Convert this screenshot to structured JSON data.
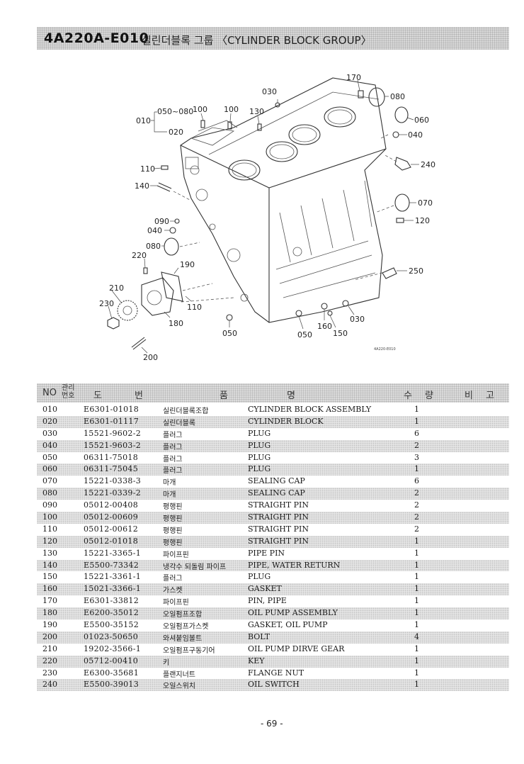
{
  "header": {
    "code": "4A220A-E010",
    "title": "실린더블록 그룹 〈CYLINDER BLOCK GROUP〉"
  },
  "diagram": {
    "callouts": {
      "c170": "170",
      "c030a": "030",
      "c080a": "080",
      "c050_080": "050~080",
      "c100a": "100",
      "c100b": "100",
      "c130": "130",
      "c010": "010",
      "c020": "020",
      "c060": "060",
      "c040a": "040",
      "c240": "240",
      "c110a": "110",
      "c140": "140",
      "c070": "070",
      "c120": "120",
      "c090": "090",
      "c040b": "040",
      "c080b": "080",
      "c220": "220",
      "c190": "190",
      "c250": "250",
      "c210": "210",
      "c230": "230",
      "c110b": "110",
      "c180": "180",
      "c050a": "050",
      "c050b": "050",
      "c160": "160",
      "c150": "150",
      "c030b": "030",
      "c200": "200"
    },
    "figure_code": "4A220-E010"
  },
  "table": {
    "headers": {
      "no": "NO",
      "ref_top": "관리",
      "ref_bottom": "번호",
      "part_no_1": "도",
      "part_no_2": "번",
      "name_1": "품",
      "name_2": "명",
      "qty_1": "수",
      "qty_2": "량",
      "remark_1": "비",
      "remark_2": "고"
    },
    "rows": [
      {
        "no": "010",
        "part_no": "E6301-01018",
        "name_kr": "실린더블록조합",
        "name_en": "CYLINDER BLOCK ASSEMBLY",
        "qty": "1"
      },
      {
        "no": "020",
        "part_no": "E6301-01117",
        "name_kr": "실린더블록",
        "name_en": "CYLINDER BLOCK",
        "qty": "1"
      },
      {
        "no": "030",
        "part_no": "15521-9602-2",
        "name_kr": "플러그",
        "name_en": "PLUG",
        "qty": "6"
      },
      {
        "no": "040",
        "part_no": "15521-9603-2",
        "name_kr": "플러그",
        "name_en": "PLUG",
        "qty": "2"
      },
      {
        "no": "050",
        "part_no": "06311-75018",
        "name_kr": "플러그",
        "name_en": "PLUG",
        "qty": "3"
      },
      {
        "no": "060",
        "part_no": "06311-75045",
        "name_kr": "플러그",
        "name_en": "PLUG",
        "qty": "1"
      },
      {
        "no": "070",
        "part_no": "15221-0338-3",
        "name_kr": "마개",
        "name_en": "SEALING CAP",
        "qty": "6"
      },
      {
        "no": "080",
        "part_no": "15221-0339-2",
        "name_kr": "마개",
        "name_en": "SEALING CAP",
        "qty": "2"
      },
      {
        "no": "090",
        "part_no": "05012-00408",
        "name_kr": "평행핀",
        "name_en": "STRAIGHT PIN",
        "qty": "2"
      },
      {
        "no": "100",
        "part_no": "05012-00609",
        "name_kr": "평행핀",
        "name_en": "STRAIGHT PIN",
        "qty": "2"
      },
      {
        "no": "110",
        "part_no": "05012-00612",
        "name_kr": "평행핀",
        "name_en": "STRAIGHT PIN",
        "qty": "2"
      },
      {
        "no": "120",
        "part_no": "05012-01018",
        "name_kr": "평행핀",
        "name_en": "STRAIGHT PIN",
        "qty": "1"
      },
      {
        "no": "130",
        "part_no": "15221-3365-1",
        "name_kr": "파이프핀",
        "name_en": "PIPE PIN",
        "qty": "1"
      },
      {
        "no": "140",
        "part_no": "E5500-73342",
        "name_kr": "냉각수 되돌림 파이프",
        "name_en": "PIPE, WATER RETURN",
        "qty": "1"
      },
      {
        "no": "150",
        "part_no": "15221-3361-1",
        "name_kr": "플러그",
        "name_en": "PLUG",
        "qty": "1"
      },
      {
        "no": "160",
        "part_no": "15021-3366-1",
        "name_kr": "가스켓",
        "name_en": "GASKET",
        "qty": "1"
      },
      {
        "no": "170",
        "part_no": "E6301-33812",
        "name_kr": "파이프핀",
        "name_en": "PIN, PIPE",
        "qty": "1"
      },
      {
        "no": "180",
        "part_no": "E6200-35012",
        "name_kr": "오일펌프조합",
        "name_en": "OIL PUMP ASSEMBLY",
        "qty": "1"
      },
      {
        "no": "190",
        "part_no": "E5500-35152",
        "name_kr": "오일펌프가스켓",
        "name_en": "GASKET, OIL PUMP",
        "qty": "1"
      },
      {
        "no": "200",
        "part_no": "01023-50650",
        "name_kr": "와셔붙임볼트",
        "name_en": "BOLT",
        "qty": "4"
      },
      {
        "no": "210",
        "part_no": "19202-3566-1",
        "name_kr": "오일펌프구동기어",
        "name_en": "OIL PUMP DIRVE GEAR",
        "qty": "1"
      },
      {
        "no": "220",
        "part_no": "05712-00410",
        "name_kr": "키",
        "name_en": "KEY",
        "qty": "1"
      },
      {
        "no": "230",
        "part_no": "E6300-35681",
        "name_kr": "플랜지너트",
        "name_en": "FLANGE NUT",
        "qty": "1"
      },
      {
        "no": "240",
        "part_no": "E5500-39013",
        "name_kr": "오일스위치",
        "name_en": "OIL SWITCH",
        "qty": "1"
      }
    ]
  },
  "footer": {
    "page_number": "- 69 -"
  }
}
